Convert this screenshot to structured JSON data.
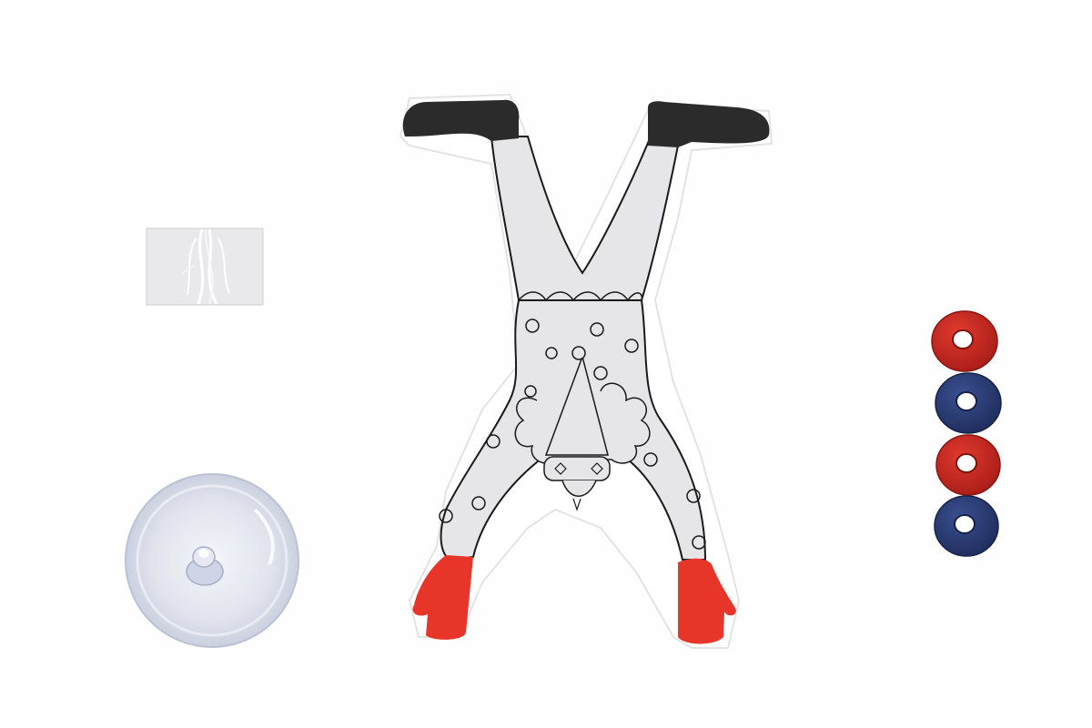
{
  "scene": {
    "background": "#fefefe",
    "objects": [
      "thread-card-icon",
      "suction-cup-icon",
      "handstand-clown-figure",
      "ring-magnet-stack"
    ]
  },
  "colors": {
    "clown_body": "#e6e6e8",
    "clown_outline": "#1a1a1a",
    "clown_boots": "#2b2b2b",
    "clown_gloves": "#e8352a",
    "magnet_red": "#c9271f",
    "magnet_blue": "#2c3f7a",
    "card": "#e8e8ea",
    "suction_cup": "#d8dce8"
  },
  "magnets": [
    {
      "color": "red"
    },
    {
      "color": "blue"
    },
    {
      "color": "red"
    },
    {
      "color": "blue"
    }
  ]
}
